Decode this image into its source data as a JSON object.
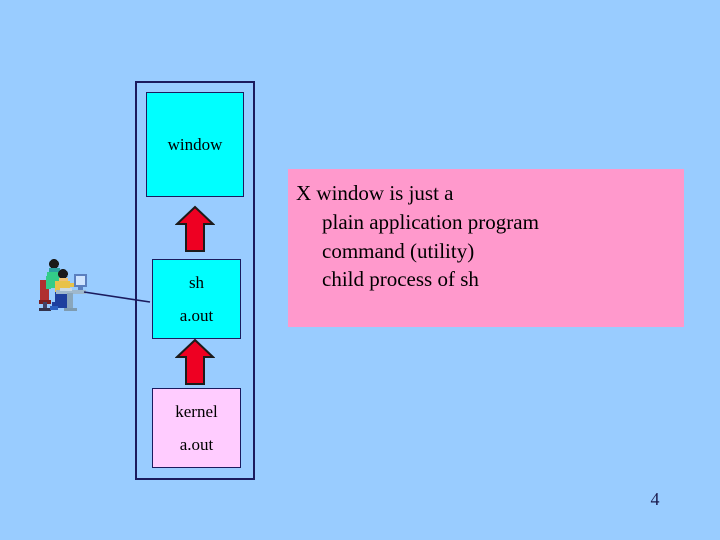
{
  "slide": {
    "page_number": "4",
    "background_color": "#99ccff"
  },
  "diagram": {
    "frame_name": "process-stack-frame",
    "boxes": [
      {
        "id": "window",
        "label_1": "window",
        "label_2": "",
        "fill": "#00ffff"
      },
      {
        "id": "sh",
        "label_1": "sh",
        "label_2": "a.out",
        "fill": "#00ffff"
      },
      {
        "id": "kernel",
        "label_1": "kernel",
        "label_2": "a.out",
        "fill": "#ffccff"
      }
    ],
    "arrows": [
      {
        "id": "arrow-to-window",
        "direction": "up",
        "color": "#ee0022"
      },
      {
        "id": "arrow-to-sh",
        "direction": "up",
        "color": "#ee0022"
      }
    ],
    "connector": {
      "id": "user-to-stack-line",
      "color": "#1b1b5e"
    },
    "clipart": {
      "id": "person-at-computer",
      "alt": "user-at-computer-icon"
    }
  },
  "callout": {
    "fill": "#ff99cc",
    "lines": [
      "X window is just a",
      "plain application program",
      "command (utility)",
      "child process of sh"
    ]
  }
}
